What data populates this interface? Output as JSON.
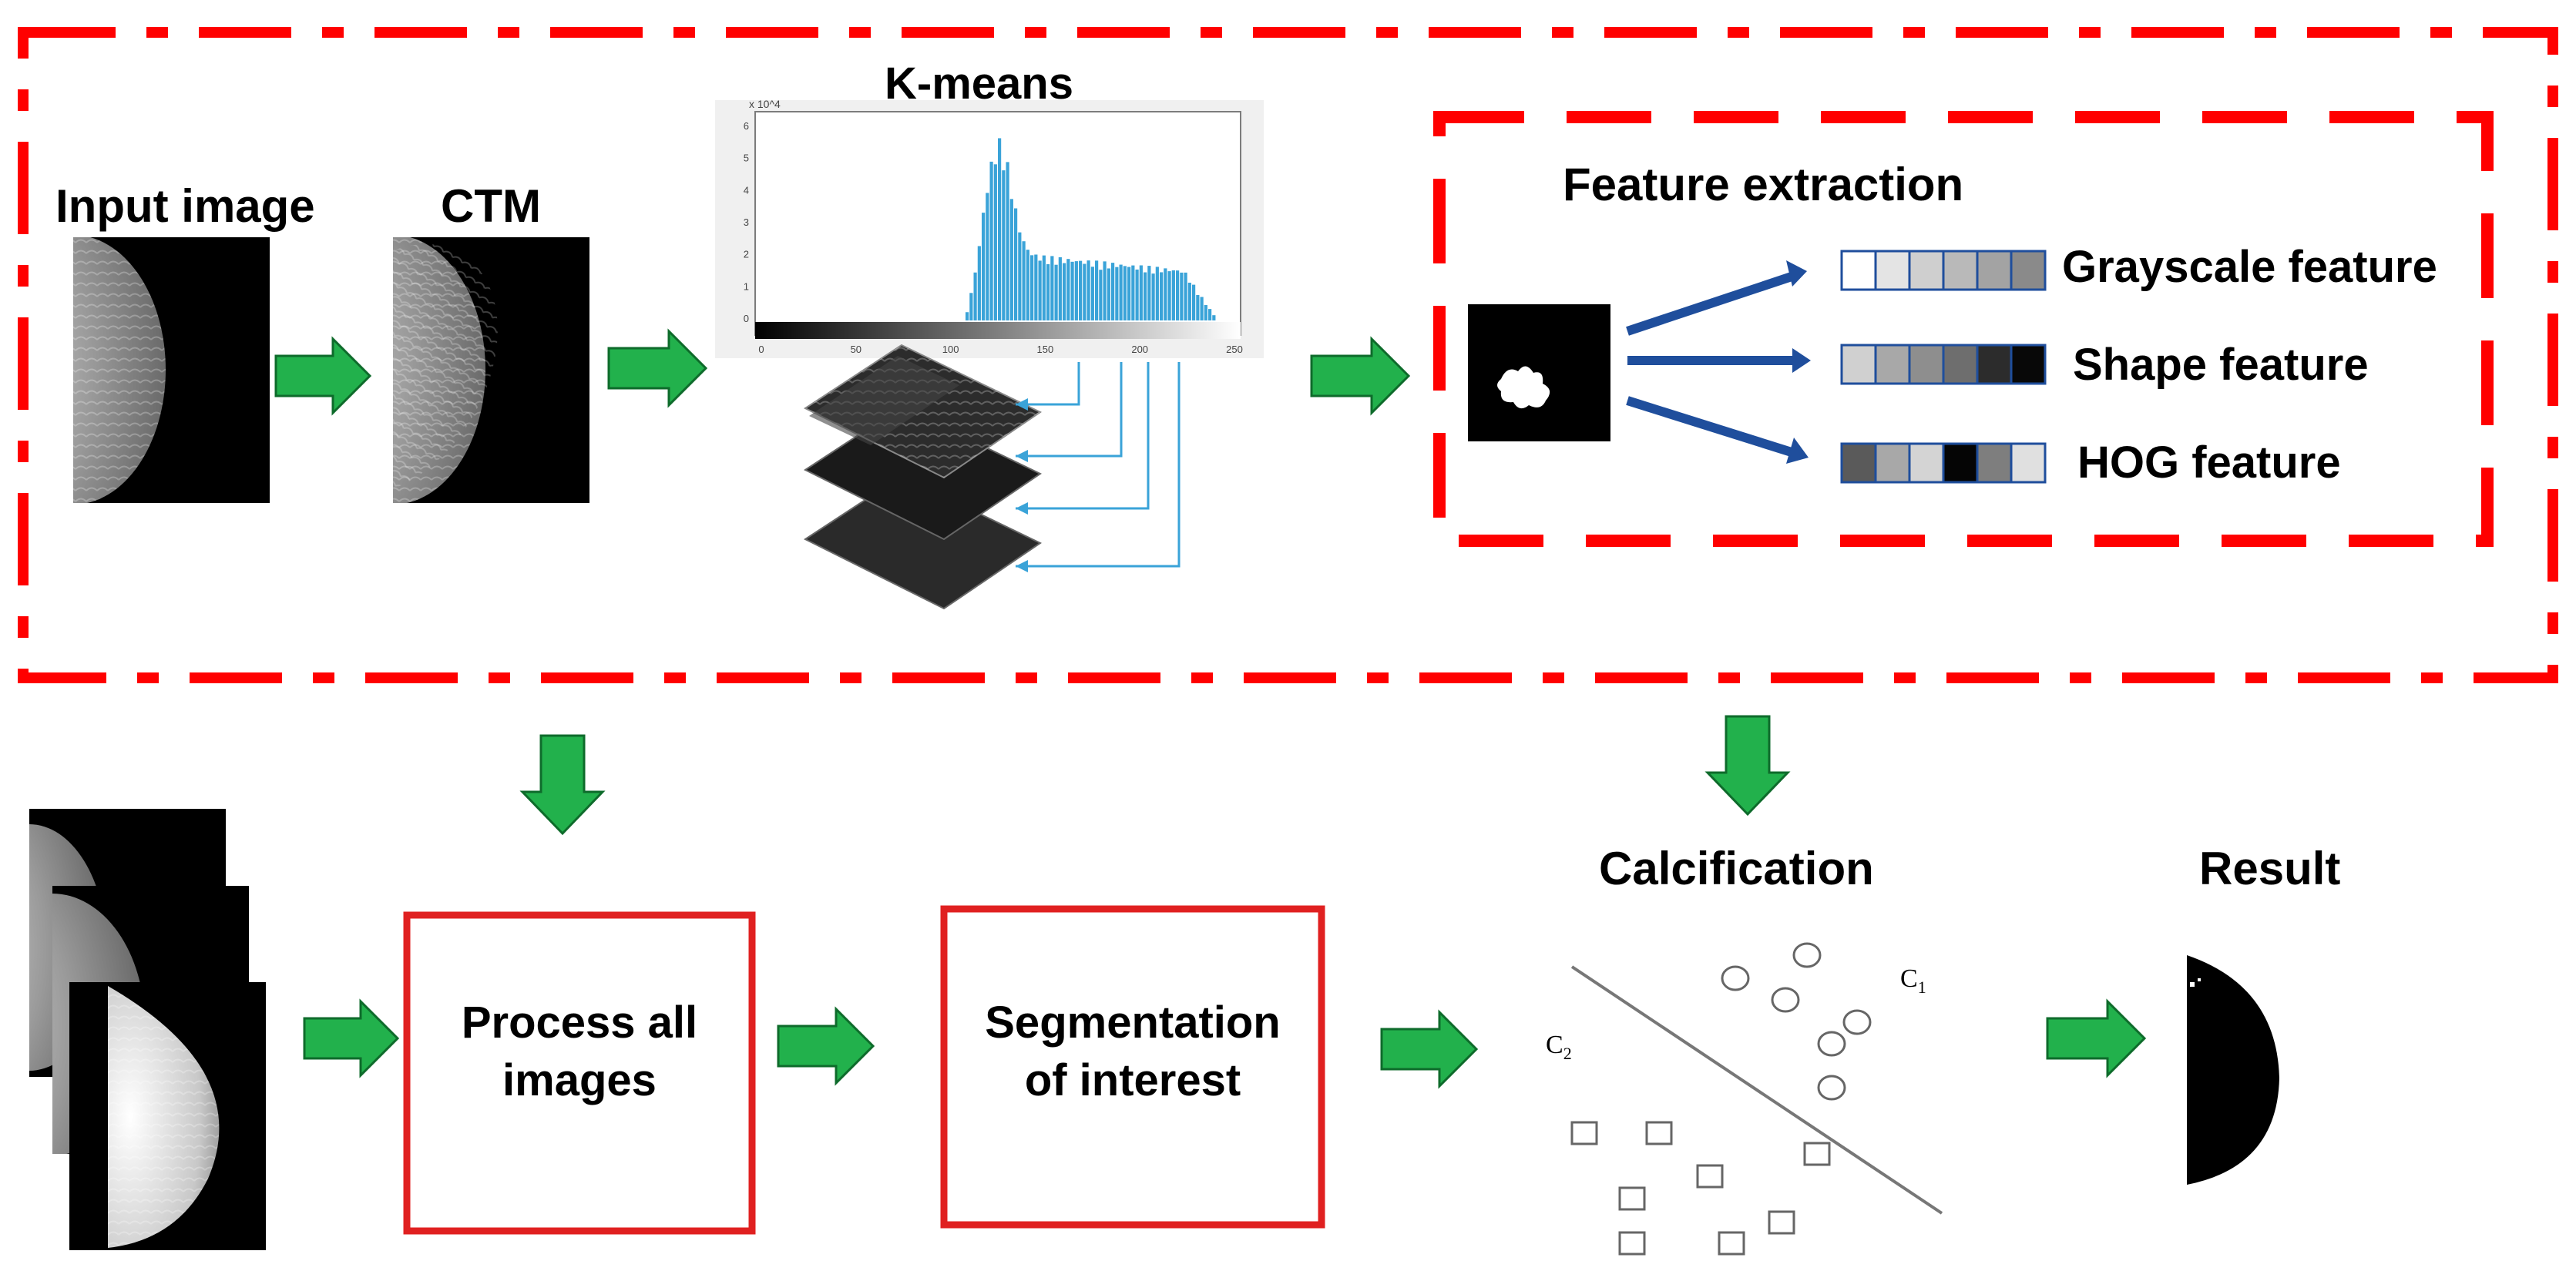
{
  "labels": {
    "input_image": "Input image",
    "ctm": "CTM",
    "kmeans": "K-means",
    "feature_extraction": "Feature extraction",
    "grayscale_feature": "Grayscale feature",
    "shape_feature": "Shape feature",
    "hog_feature": "HOG feature",
    "process_all_images": "Process all images",
    "segmentation_of_interest": "Segmentation of interest",
    "calcification": "Calcification",
    "result": "Result",
    "c1_main": "C",
    "c1_sub": "1",
    "c2_main": "C",
    "c2_sub": "2"
  },
  "histogram": {
    "x_ticks": [
      "0",
      "50",
      "100",
      "150",
      "200",
      "250"
    ],
    "y_ticks": [
      "0",
      "1",
      "2",
      "3",
      "4",
      "5",
      "6"
    ],
    "y_exponent": "x 10^4"
  },
  "feature_bars": {
    "grayscale": [
      "#ffffff",
      "#e4e4e4",
      "#cfcfcf",
      "#b9b9b9",
      "#a3a3a3",
      "#8a8a8a"
    ],
    "shape": [
      "#d0d0d0",
      "#a8a8a8",
      "#8e8e8e",
      "#6e6e6e",
      "#2c2c2c",
      "#080808"
    ],
    "hog": [
      "#5a5a5a",
      "#a8a8a8",
      "#d4d4d4",
      "#050505",
      "#7e7e7e",
      "#e0e0e0"
    ]
  },
  "colors": {
    "frame_red": "#ff0000",
    "arrow_green": "#22b14c",
    "arrow_blue": "#1f4e9c",
    "histogram_blue": "#3aa3d8"
  }
}
